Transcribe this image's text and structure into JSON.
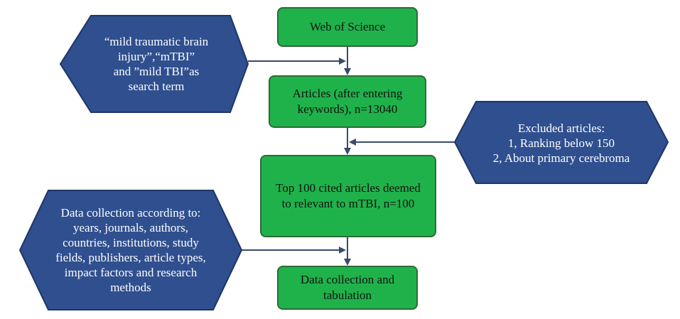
{
  "colors": {
    "green_fill": "#1fb24b",
    "green_border": "#2e6b35",
    "hexagon_fill": "#2f4f8f",
    "hexagon_border": "#1f3666",
    "arrow": "#3a4a6a"
  },
  "boxes": {
    "web_of_science": "Web of Science",
    "articles": "Articles (after entering\nkeywords), n=13040",
    "top100": "Top 100 cited articles deemed\nto relevant to mTBI, n=100",
    "data_collection": "Data collection and\ntabulation"
  },
  "hexagons": {
    "search_term": "“mild traumatic brain\ninjury”,“mTBI”\nand ”mild TBI”as\nsearch term",
    "excluded": "Excluded articles:\n1, Ranking below 150\n2, About primary cerebroma",
    "collection_criteria": "Data collection according to:\nyears, journals, authors,\ncountries, institutions, study\nfields, publishers, article types,\nimpact factors and research\nmethods"
  }
}
